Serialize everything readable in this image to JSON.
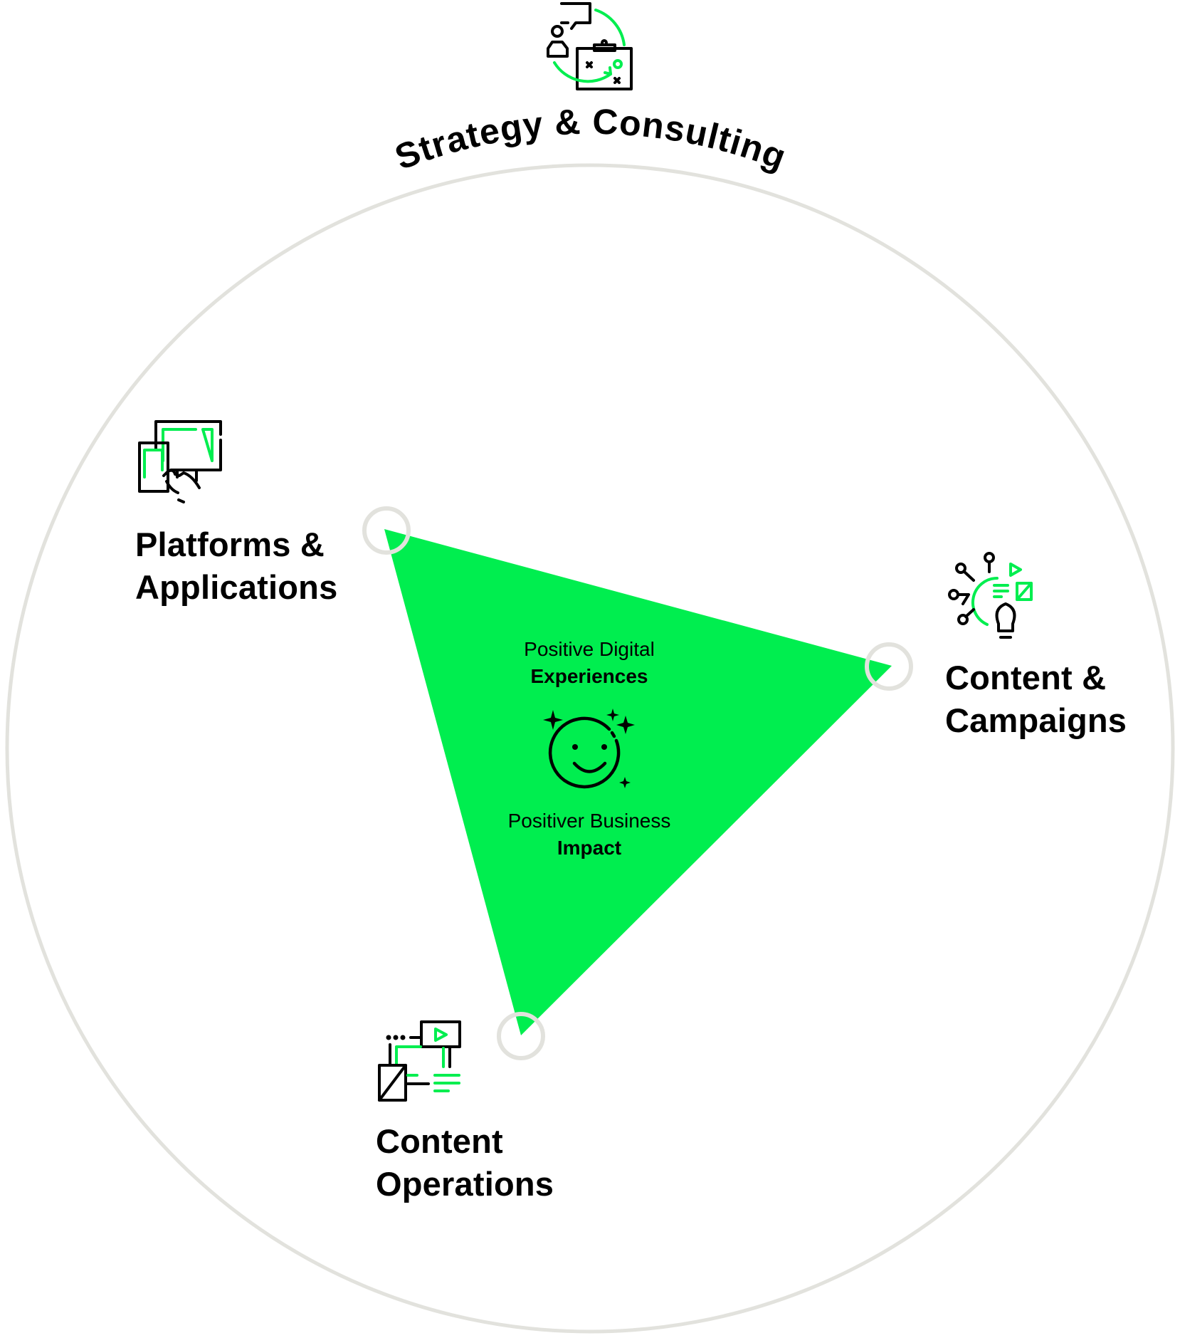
{
  "title": "Strategy & Consulting",
  "colors": {
    "accent_green": "#00ee4f",
    "ring_gray": "#e2e2dd",
    "text": "#000000",
    "background": "#ffffff"
  },
  "nodes": [
    {
      "id": "platforms",
      "line1": "Platforms &",
      "line2": "Applications",
      "icon": "devices-touch-icon"
    },
    {
      "id": "content-campaigns",
      "line1": "Content &",
      "line2": "Campaigns",
      "icon": "ideas-network-icon"
    },
    {
      "id": "content-operations",
      "line1": "Content",
      "line2": "Operations",
      "icon": "content-workflow-icon"
    }
  ],
  "center": {
    "top_light": "Positive Digital",
    "top_bold": "Experiences",
    "bottom_light": "Positiver Business",
    "bottom_bold": "Impact",
    "icon": "smiley-sparkles-icon"
  },
  "top_icon": "strategy-clipboard-icon"
}
